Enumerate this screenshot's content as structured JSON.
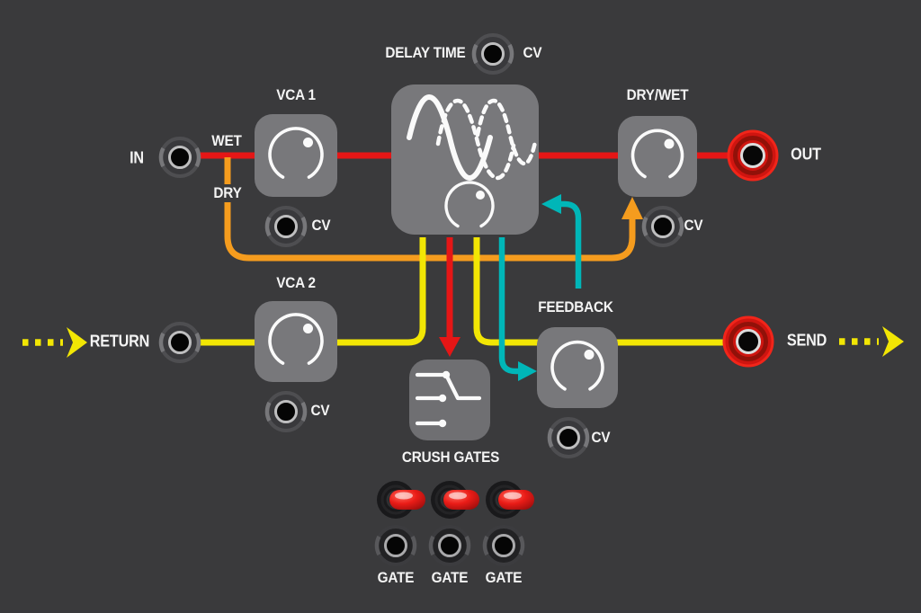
{
  "diagram": {
    "type": "modular-delay-signal-flow",
    "background_color": "#3a3a3c",
    "module_color": "#78787b",
    "labels": {
      "in": "IN",
      "wet": "WET",
      "dry": "DRY",
      "out": "OUT",
      "return": "RETURN",
      "send": "SEND",
      "cv": "CV",
      "gate": "GATE"
    },
    "blocks": {
      "vca1": {
        "label": "VCA 1",
        "icon": "rotary-knob-icon",
        "has_cv_jack": true
      },
      "delay": {
        "label": "DELAY TIME",
        "icon": "echo-sine-waveform-icon",
        "has_cv_jack": true
      },
      "dry_wet": {
        "label": "DRY/WET",
        "icon": "rotary-knob-icon",
        "has_cv_jack": true
      },
      "vca2": {
        "label": "VCA 2",
        "icon": "rotary-knob-icon",
        "has_cv_jack": true
      },
      "feedback": {
        "label": "FEEDBACK",
        "icon": "rotary-knob-icon",
        "has_cv_jack": true
      },
      "crush_gates": {
        "label": "CRUSH GATES",
        "icon": "gate-step-switch-icon",
        "switch_count": 3,
        "gate_jack_count": 3
      }
    },
    "wire_colors": {
      "wet": "#e51616",
      "dry": "#f59c1e",
      "send_return": "#f2e604",
      "feedback": "#00b6b8"
    },
    "jack_styles": {
      "signal_io": "red-ring-jack",
      "cv_gate": "gray-ring-jack"
    }
  }
}
